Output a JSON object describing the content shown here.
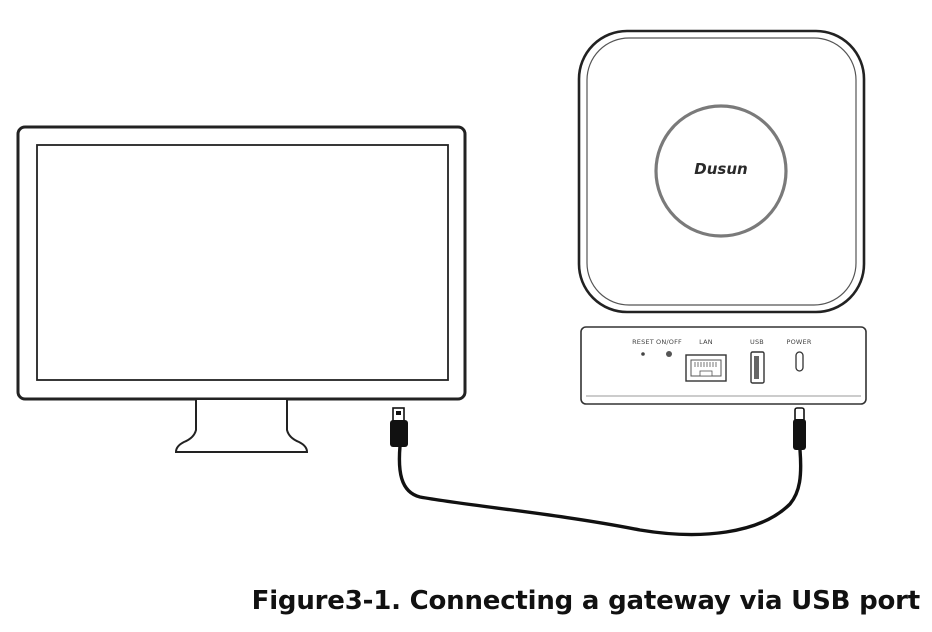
{
  "figure": {
    "caption": "Figure3-1. Connecting a gateway via USB port"
  },
  "gateway": {
    "brand": "Dusun",
    "ports": {
      "reset": "RESET",
      "onoff": "ON/OFF",
      "lan": "LAN",
      "usb": "USB",
      "power": "POWER"
    }
  }
}
